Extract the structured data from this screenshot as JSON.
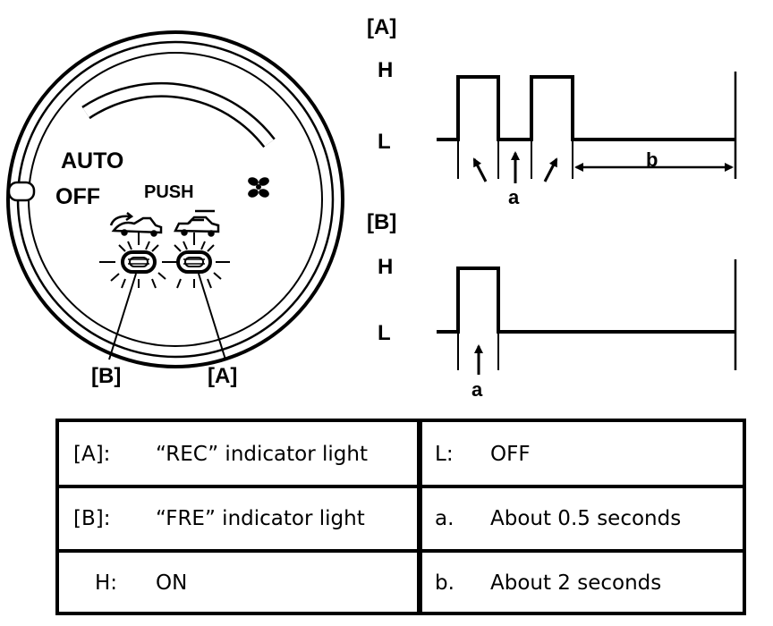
{
  "diagram": {
    "knob": {
      "auto_label": "AUTO",
      "off_label": "OFF",
      "push_label": "PUSH",
      "fan_icon": "fan-icon",
      "rec_icon": "recirculation-car-icon",
      "fre_icon": "fresh-air-car-icon"
    },
    "callouts": {
      "b": "[B]",
      "a": "[A]"
    },
    "timing_a": {
      "title": "[A]",
      "high": "H",
      "low": "L",
      "mark_a": "a",
      "mark_b": "b"
    },
    "timing_b": {
      "title": "[B]",
      "high": "H",
      "low": "L",
      "mark_a": "a"
    }
  },
  "legend": {
    "rows": [
      {
        "left_key": "[A]:",
        "left_value": "“REC” indicator light",
        "right_key": "L:",
        "right_value": "OFF"
      },
      {
        "left_key": "[B]:",
        "left_value": "“FRE” indicator light",
        "right_key": "a.",
        "right_value": "About 0.5 seconds"
      },
      {
        "left_key": "H:",
        "left_value": "ON",
        "right_key": "b.",
        "right_value": "About 2 seconds"
      }
    ]
  }
}
